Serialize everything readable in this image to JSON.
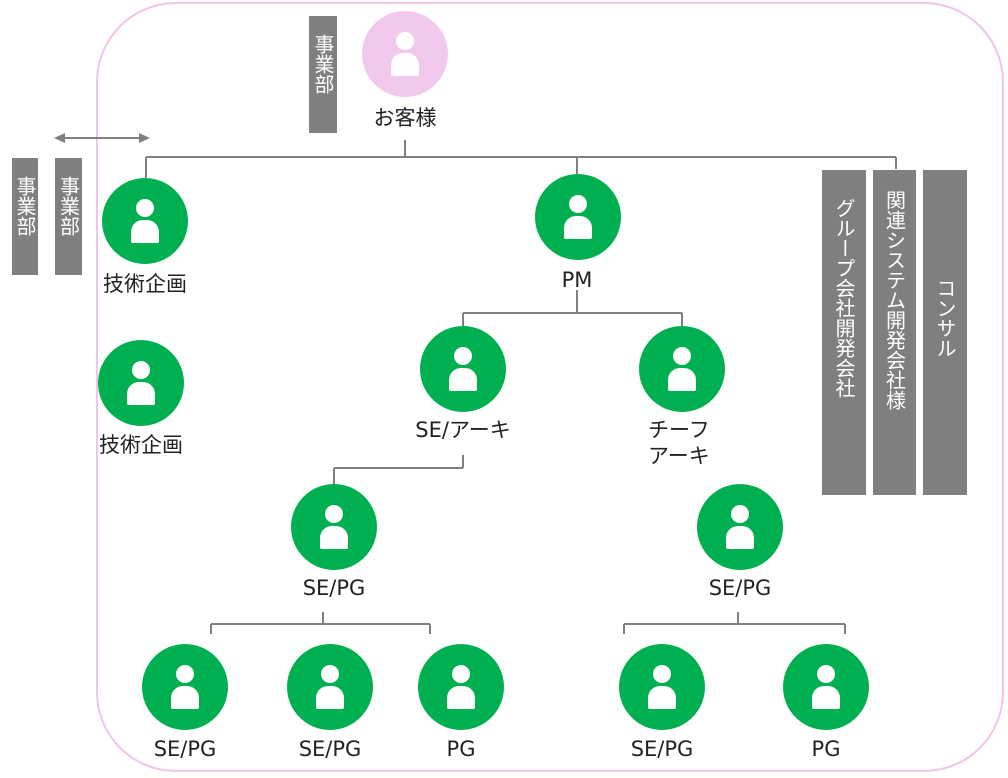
{
  "colors": {
    "staff": "#00b050",
    "customer": "#f1c9ec",
    "box": "#7f7f7f",
    "frame": "#efc6e8",
    "line": "#7f7f7f"
  },
  "icon": "person-icon",
  "nodes": {
    "customer": "お客様",
    "planning1": "技術企画",
    "planning2": "技術企画",
    "pm": "PM",
    "se_arch": "SE/アーキ",
    "chief_arch": "チーフ\nアーキ",
    "se_pg_left": "SE/PG",
    "se_pg_right": "SE/PG",
    "se_pg_1": "SE/PG",
    "se_pg_2": "SE/PG",
    "pg_1": "PG",
    "se_pg_3": "SE/PG",
    "pg_2": "PG"
  },
  "boxes": {
    "division_top": "事業部",
    "division_left1": "事業部",
    "division_left2": "事業部",
    "group_company": "グループ会社開発会社",
    "related_system": "関連システム開発会社様",
    "consulting": "コンサル"
  }
}
